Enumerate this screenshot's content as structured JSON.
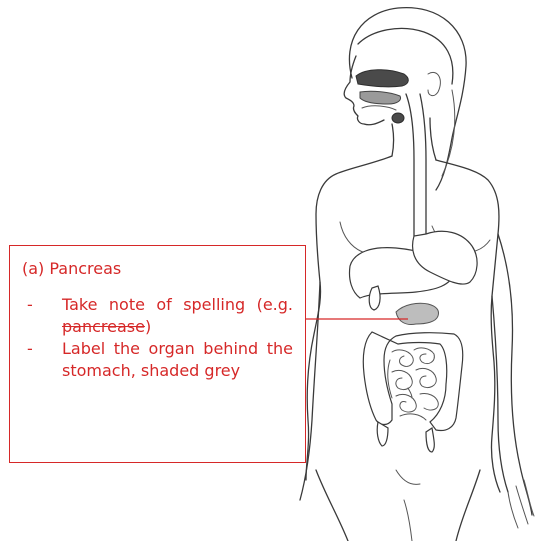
{
  "annotation": {
    "title": "(a) Pancreas",
    "bullets": [
      {
        "marker": "-",
        "text_before": "Take note of spelling (e.g. ",
        "struck_text": "pancrease",
        "text_after": ")"
      },
      {
        "marker": "-",
        "text": "Label the organ behind the stomach, shaded grey"
      }
    ]
  },
  "colors": {
    "annotation": "#d62828",
    "outline": "#3a3a3a",
    "pancreas_shading": "#bdbdbd",
    "background": "#ffffff"
  }
}
